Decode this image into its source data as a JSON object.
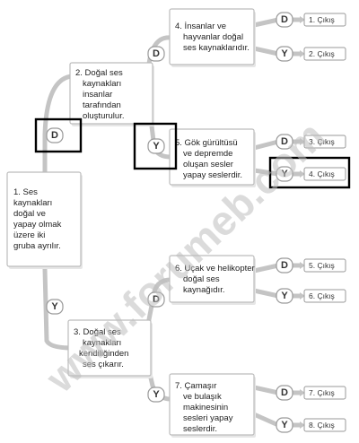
{
  "nodes": {
    "n1": [
      "1. Ses",
      "kaynakları",
      "doğal ve",
      "yapay olmak",
      "üzere iki",
      "gruba ayrılır."
    ],
    "n2": [
      "2. Doğal ses",
      "kaynakları",
      "insanlar",
      "tarafından",
      "oluşturulur."
    ],
    "n3": [
      "3. Doğal ses",
      "kaynakları",
      "kendiliğinden",
      "ses çıkarır."
    ],
    "n4": [
      "4. İnsanlar ve",
      "hayvanlar doğal",
      "ses kaynaklarıdır."
    ],
    "n5": [
      "5. Gök gürültüsü",
      "ve depremde",
      "oluşan sesler",
      "yapay seslerdir."
    ],
    "n6": [
      "6. Uçak ve helikopter",
      "doğal ses",
      "kaynağıdır."
    ],
    "n7": [
      "7. Çamaşır",
      "ve bulaşık",
      "makinesinin",
      "sesleri yapay",
      "seslerdir."
    ]
  },
  "answers": {
    "d": "D",
    "y": "Y"
  },
  "exits": [
    "1. Çıkış",
    "2. Çıkış",
    "3. Çıkış",
    "4. Çıkış",
    "5. Çıkış",
    "6. Çıkış",
    "7. Çıkış",
    "8. Çıkış"
  ],
  "watermark": "www.forumeb.com"
}
